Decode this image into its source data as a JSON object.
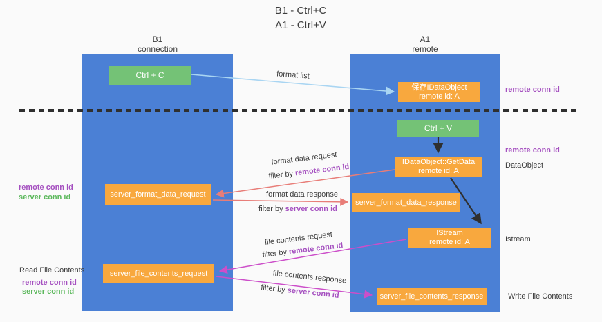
{
  "title": {
    "line1": "B1 - Ctrl+C",
    "line2": "A1 - Ctrl+V"
  },
  "lanes": {
    "left": {
      "title": "B1",
      "subtitle": "connection"
    },
    "right": {
      "title": "A1",
      "subtitle": "remote"
    }
  },
  "boxes": {
    "ctrl_c": "Ctrl + C",
    "ctrl_v": "Ctrl + V",
    "save_dataobject": {
      "title": "保存IDataObject",
      "subtitle": "remote id: A"
    },
    "getdata": {
      "title": "IDataObject::GetData",
      "subtitle": "remote id: A"
    },
    "istream": {
      "title": "IStream",
      "subtitle": "remote id: A"
    },
    "format_request": "server_format_data_request",
    "format_response": "server_format_data_response",
    "file_request": "server_file_contents_request",
    "file_response": "server_file_contents_response"
  },
  "terms": {
    "remote_conn_id": "remote conn id",
    "server_conn_id": "server conn id",
    "filter_by": "filter by "
  },
  "side_labels": {
    "dataobject": "DataObject",
    "istream": "Istream",
    "read_file_contents": "Read File Contents",
    "write_file_contents": "Write File Contents"
  },
  "arrow_labels": {
    "format_list": "format list",
    "format_data_request": "format data request",
    "format_data_response": "format data response",
    "file_contents_request": "file contents request",
    "file_contents_response": "file contents response"
  },
  "colors": {
    "lane_blue": "#4b80d5",
    "box_green": "#74c276",
    "box_orange": "#f8a83e",
    "purple_text": "#a550c0",
    "green_text": "#5cb85c",
    "arrow_salmon": "#e87d78",
    "arrow_magenta": "#cc4ec9",
    "arrow_lightblue": "#a9d5f2",
    "arrow_black": "#2f2f2f"
  }
}
